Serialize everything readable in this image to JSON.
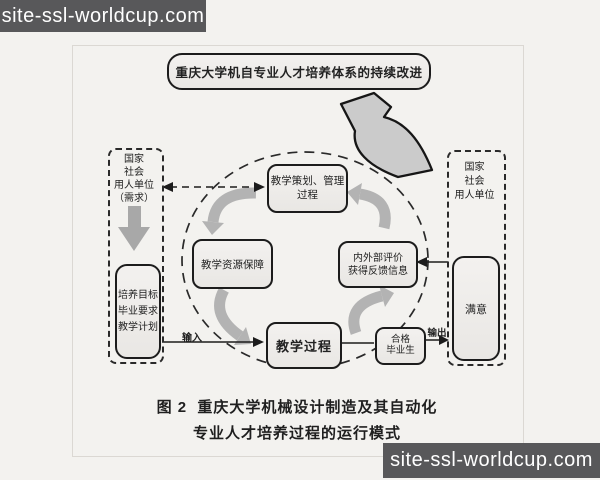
{
  "watermarks": {
    "top": "site-ssl-worldcup.com",
    "bottom": "site-ssl-worldcup.com"
  },
  "diagram": {
    "title": "重庆大学机自专业人才培养体系的持续改进",
    "left_column": {
      "employer": "国家\n社会\n用人单位\n（需求）",
      "goals": "培养目标\n毕业要求\n教学计划"
    },
    "right_column": {
      "employer": "国家\n社会\n用人单位",
      "satisfied": "满意"
    },
    "cycle": {
      "planning": "教学策划、管理\n过程",
      "resources": "教学资源保障",
      "evaluation": "内外部评价\n获得反馈信息",
      "teaching": "教学过程",
      "graduates": "合格\n毕业生"
    },
    "flow_labels": {
      "input": "输入",
      "output": "输出"
    },
    "caption": {
      "fig_label": "图 2",
      "line1": "重庆大学机械设计制造及其自动化",
      "line2": "专业人才培养过程的运行模式"
    }
  },
  "colors": {
    "watermark_bg": "#58585a",
    "box_border": "#1c1c1c",
    "box_fill": "#efedeb",
    "cycle_arrow_gray": "#b3b3b3",
    "big_arrow_gray": "#cbcbcb",
    "page_bg": "#f3f2ef"
  }
}
